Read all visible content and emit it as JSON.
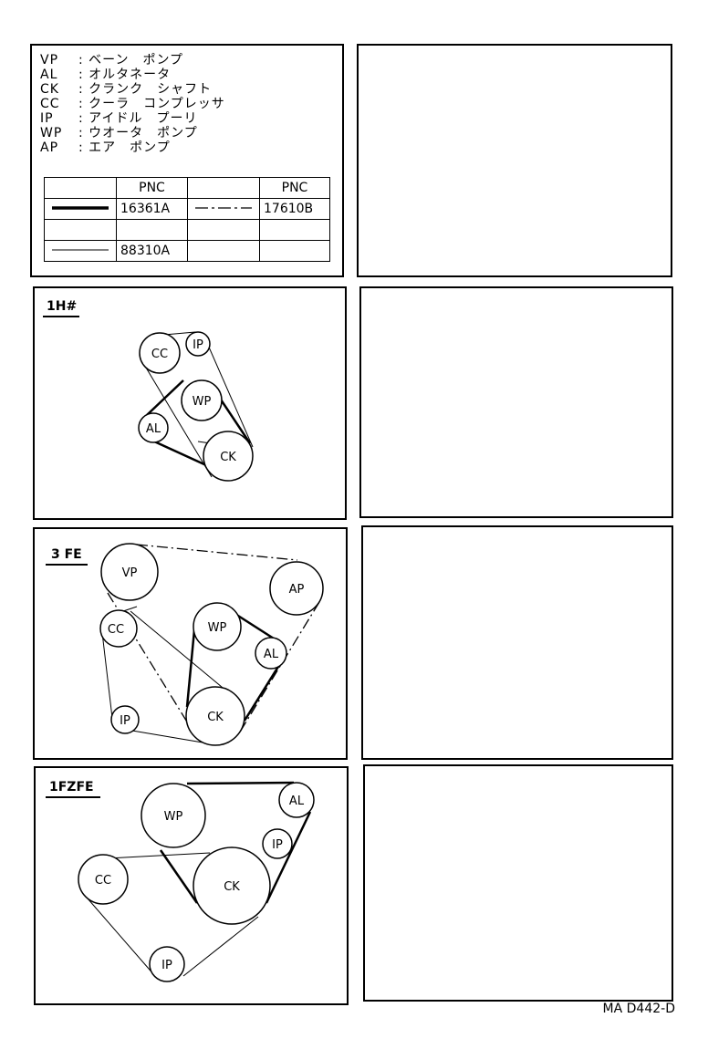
{
  "legend": [
    {
      "code": "VP",
      "desc": "ベーン　ポンプ"
    },
    {
      "code": "AL",
      "desc": "オルタネータ"
    },
    {
      "code": "CK",
      "desc": "クランク　シャフト"
    },
    {
      "code": "CC",
      "desc": "クーラ　コンプレッサ"
    },
    {
      "code": "IP",
      "desc": "アイドル　プーリ"
    },
    {
      "code": "WP",
      "desc": "ウオータ　ポンプ"
    },
    {
      "code": "AP",
      "desc": "エア　ポンプ"
    }
  ],
  "pnc_table": {
    "header": "PNC",
    "rows": [
      {
        "left_pnc": "16361A",
        "right_pnc": "17610B"
      },
      {
        "left_pnc": "",
        "right_pnc": ""
      },
      {
        "left_pnc": "88310A",
        "right_pnc": ""
      }
    ]
  },
  "diagrams": [
    {
      "title": "1H#",
      "pulleys": [
        "CC",
        "IP",
        "WP",
        "AL",
        "CK"
      ]
    },
    {
      "title": "3 FE",
      "pulleys": [
        "VP",
        "AP",
        "CC",
        "WP",
        "AL",
        "IP",
        "CK"
      ]
    },
    {
      "title": "1FZFE",
      "pulleys": [
        "WP",
        "AL",
        "IP",
        "CC",
        "CK",
        "IP"
      ]
    }
  ],
  "footer": {
    "code": "MA D442-D"
  }
}
